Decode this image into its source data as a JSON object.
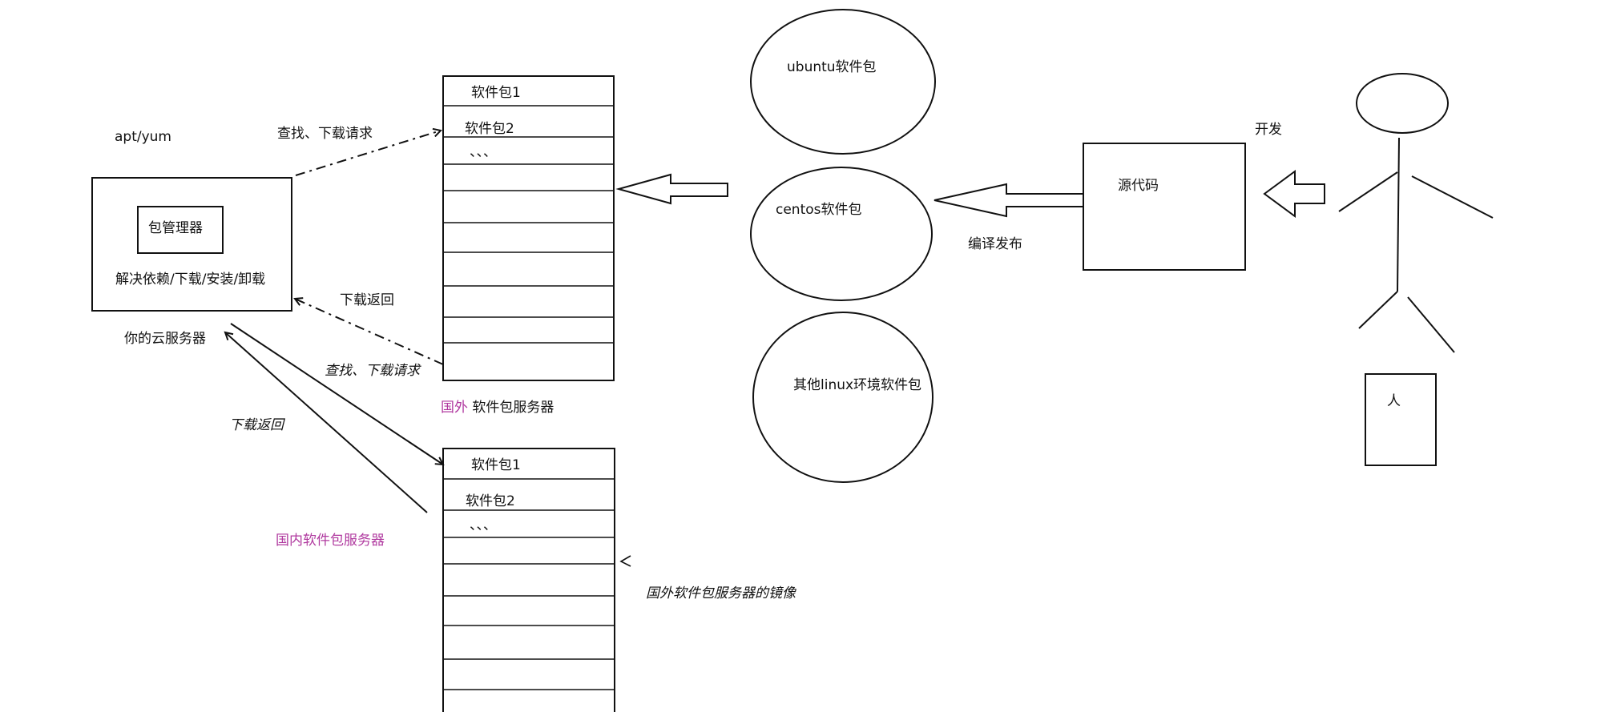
{
  "client": {
    "tool_label": "apt/yum",
    "manager_label": "包管理器",
    "function_label": "解决依赖/下载/安装/卸载",
    "server_label": "你的云服务器"
  },
  "foreign_server": {
    "label_prefix": "国外",
    "label_rest": " 软件包服务器",
    "rows": [
      "软件包1",
      "软件包2",
      "、、、"
    ]
  },
  "domestic_server": {
    "label": "国内软件包服务器",
    "rows": [
      "软件包1",
      "软件包2",
      "、、、"
    ],
    "mirror_note": "国外软件包服务器的镜像"
  },
  "flows": {
    "request_top": "查找、下载请求",
    "return_top": "下载返回",
    "request_mid": "查找、下载请求",
    "return_bottom": "下载返回"
  },
  "repos": [
    "ubuntu软件包",
    "centos软件包",
    "其他linux环境软件包"
  ],
  "source": {
    "label": "源代码",
    "compile_label": "编译发布"
  },
  "developer": {
    "dev_label": "开发",
    "person_label": "人"
  },
  "colors": {
    "ink": "#111111",
    "accent_pink": "#b0399f"
  }
}
